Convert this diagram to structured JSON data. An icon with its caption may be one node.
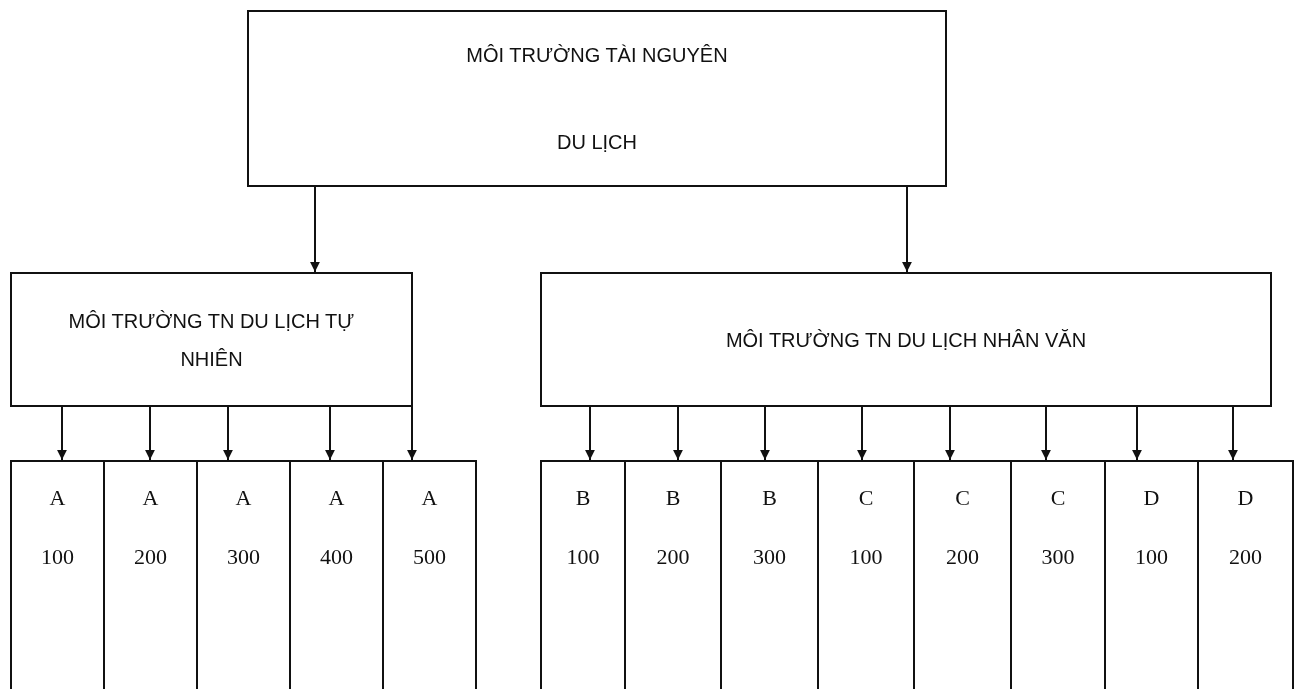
{
  "diagram": {
    "nodes": [
      {
        "text": [
          "MÔI TRƯỜNG TÀI NGUYÊN",
          "DU LỊCH"
        ]
      },
      {
        "text": [
          "MÔI TRƯỜNG TN DU LỊCH TỰ NHIÊN"
        ]
      },
      {
        "text": [
          "MÔI TRƯỜNG TN DU LỊCH NHÂN VĂN"
        ]
      },
      {
        "text": [
          "A",
          "100"
        ]
      },
      {
        "text": [
          "A",
          "200"
        ]
      },
      {
        "text": [
          "A",
          "300"
        ]
      },
      {
        "text": [
          "A",
          "400"
        ]
      },
      {
        "text": [
          "A",
          "500"
        ]
      },
      {
        "text": [
          "B",
          "100"
        ]
      },
      {
        "text": [
          "B",
          "200"
        ]
      },
      {
        "text": [
          "B",
          "300"
        ]
      },
      {
        "text": [
          "C",
          "100"
        ]
      },
      {
        "text": [
          "C",
          "200"
        ]
      },
      {
        "text": [
          "C",
          "300"
        ]
      },
      {
        "text": [
          "D",
          "100"
        ]
      },
      {
        "text": [
          "D",
          "200"
        ]
      }
    ],
    "edges": [
      {
        "from": 0,
        "to": 1,
        "arrow": "to"
      },
      {
        "from": 0,
        "to": 2,
        "arrow": "to"
      },
      {
        "from": 1,
        "to": 3,
        "arrow": "to"
      },
      {
        "from": 1,
        "to": 4,
        "arrow": "to"
      },
      {
        "from": 1,
        "to": 5,
        "arrow": "to"
      },
      {
        "from": 1,
        "to": 6,
        "arrow": "to"
      },
      {
        "from": 1,
        "to": 7,
        "arrow": "to"
      },
      {
        "from": 2,
        "to": 8,
        "arrow": "to"
      },
      {
        "from": 2,
        "to": 9,
        "arrow": "to"
      },
      {
        "from": 2,
        "to": 10,
        "arrow": "to"
      },
      {
        "from": 2,
        "to": 11,
        "arrow": "to"
      },
      {
        "from": 2,
        "to": 12,
        "arrow": "to"
      },
      {
        "from": 2,
        "to": 13,
        "arrow": "to"
      },
      {
        "from": 2,
        "to": 14,
        "arrow": "to"
      },
      {
        "from": 2,
        "to": 15,
        "arrow": "to"
      }
    ]
  }
}
